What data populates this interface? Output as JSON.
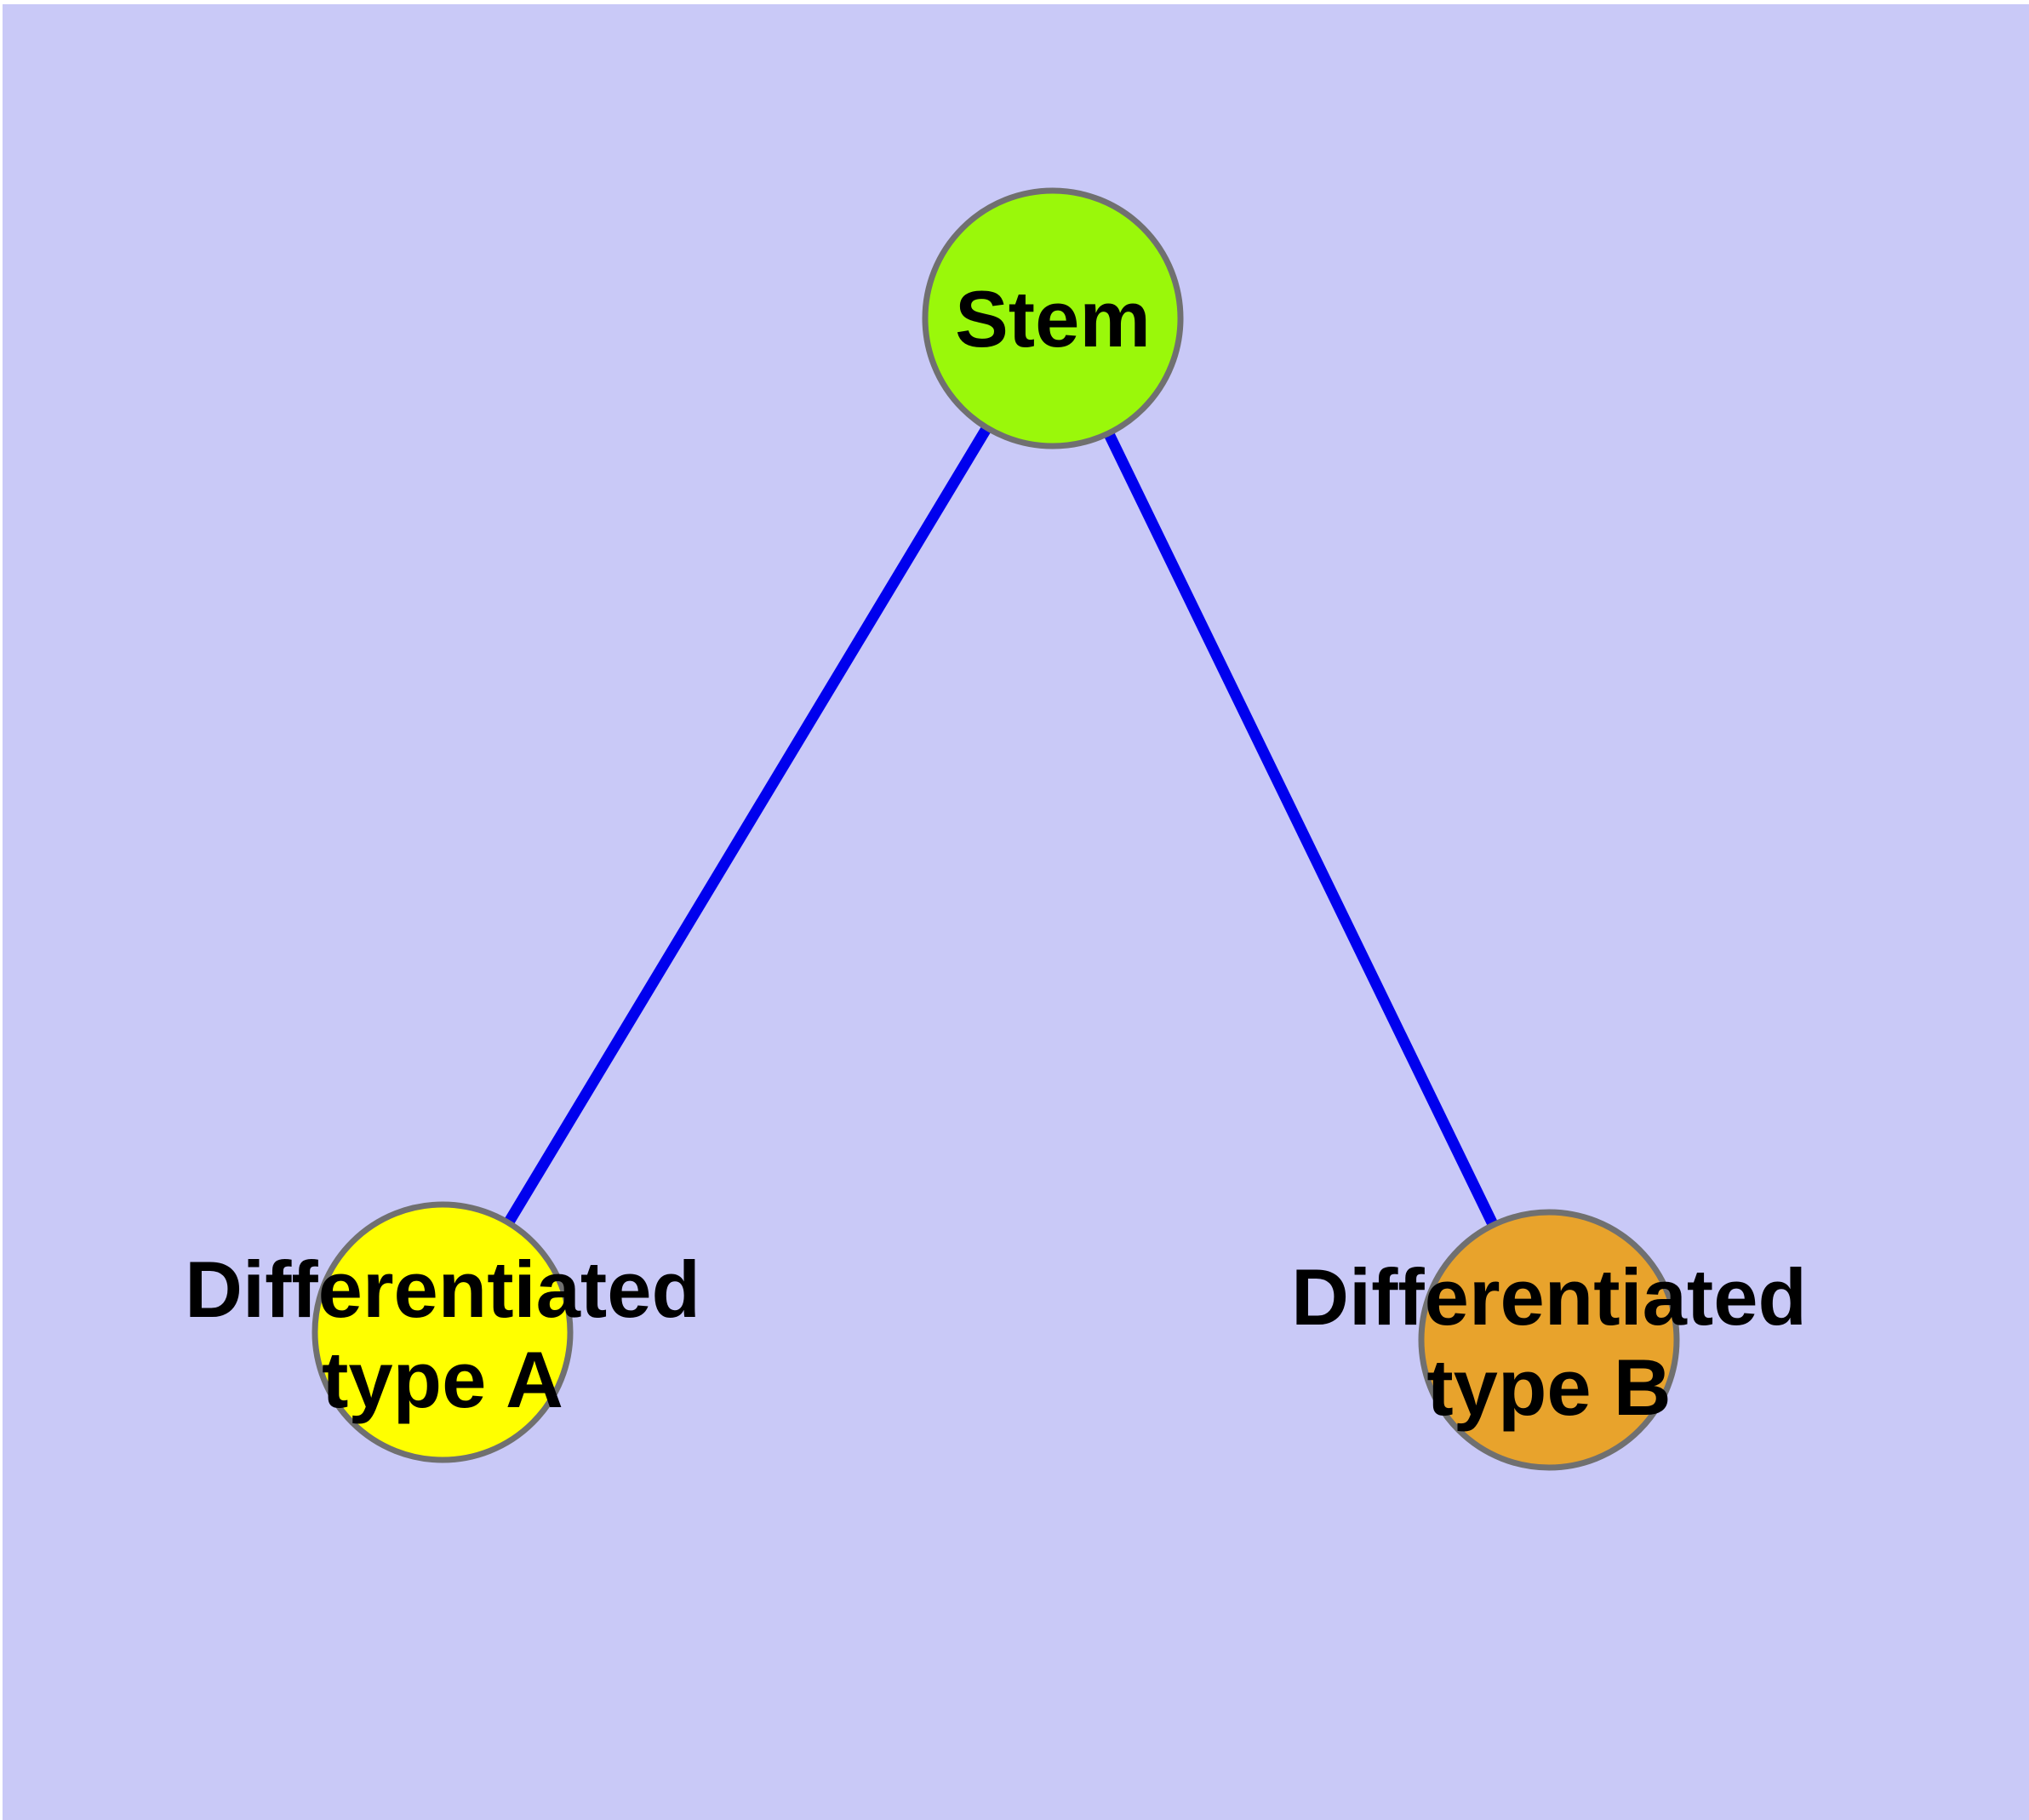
{
  "diagram": {
    "background": {
      "color": "#C9C9F7",
      "margin_color": "#FFFFFF"
    },
    "style": {
      "edge_color": "#0000EE",
      "node_border_color": "#707070",
      "label_color": "#000000"
    },
    "nodes": [
      {
        "id": "stem",
        "label": "Stem",
        "fill": "#9AF80A"
      },
      {
        "id": "differentiated-type-a",
        "label_line1": "Differentiated",
        "label_line2": "type A",
        "fill": "#FFFF00"
      },
      {
        "id": "differentiated-type-b",
        "label_line1": "Differentiated",
        "label_line2": "type B",
        "fill": "#E8A32C"
      }
    ],
    "edges": [
      {
        "from": "stem",
        "to": "differentiated-type-a"
      },
      {
        "from": "stem",
        "to": "differentiated-type-b"
      }
    ]
  }
}
